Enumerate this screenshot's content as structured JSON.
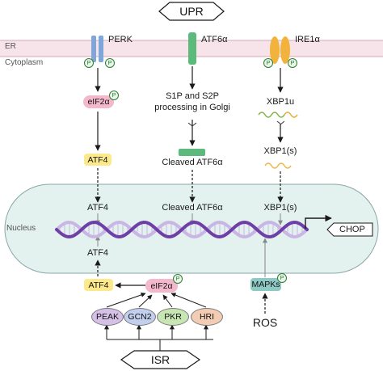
{
  "labels": {
    "upr": "UPR",
    "isr": "ISR",
    "er": "ER",
    "cytoplasm": "Cytoplasm",
    "nucleus": "Nucleus",
    "perk": "PERK",
    "atf6a": "ATF6α",
    "ire1a": "IRE1α",
    "eif2a_top": "eIF2α",
    "s1p_line1": "S1P and S2P",
    "s1p_line2": "processing in Golgi",
    "xbp1u": "XBP1u",
    "atf4_cyto": "ATF4",
    "cleaved_cyto": "Cleaved ATF6α",
    "xbp1s_cyto": "XBP1(s)",
    "atf4_nuc": "ATF4",
    "cleaved_nuc": "Cleaved ATF6α",
    "xbp1s_nuc": "XBP1(s)",
    "atf4_nuc_lower": "ATF4",
    "atf4_bottom": "ATF4",
    "eif2a_bottom": "eIF2α",
    "mapks": "MAPKs",
    "ros": "ROS",
    "chop": "CHOP",
    "peak": "PEAK",
    "gcn2": "GCN2",
    "pkr": "PKR",
    "hri": "HRI",
    "phospho": "P"
  },
  "colors": {
    "perk": "#7ea6d8",
    "atf6": "#5cba7d",
    "ire1": "#f2b33d",
    "eif2a": "#f3b8cc",
    "atf4": "#fbe98c",
    "mapks": "#8fc9c4",
    "nucleus": "#e3f1ef",
    "peak": "#d7c0e8",
    "gcn2": "#c2d0ee",
    "pkr": "#c8e6b4",
    "hri": "#f2cdb4",
    "dna_purple": "#6e3fa6",
    "dna_light": "#c9b6e4"
  }
}
